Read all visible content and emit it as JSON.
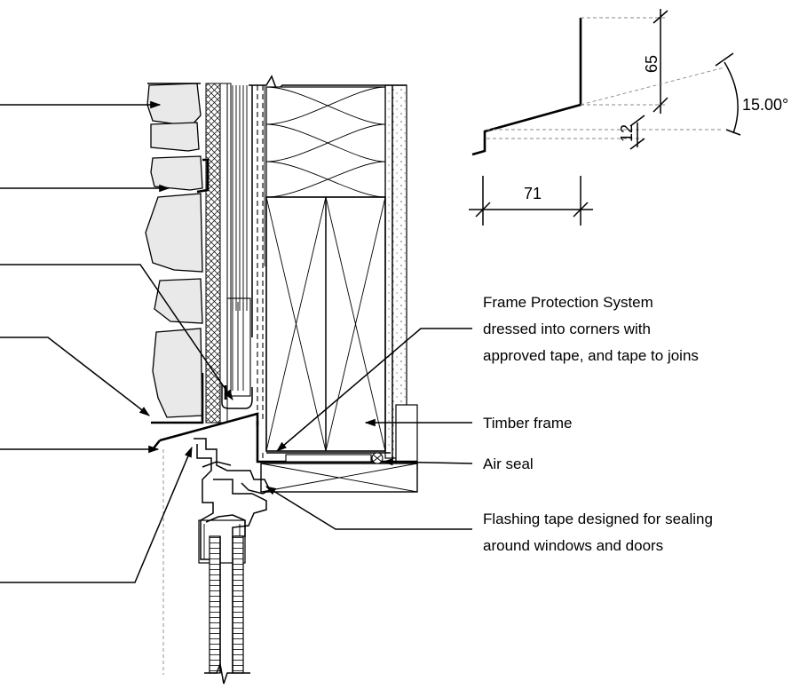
{
  "callouts": {
    "frame_protection_line1": "Frame Protection System",
    "frame_protection_line2": "dressed into corners with",
    "frame_protection_line3": "approved tape, and tape to joins",
    "timber_frame": "Timber frame",
    "air_seal": "Air seal",
    "flashing_tape_line1": "Flashing tape designed for sealing",
    "flashing_tape_line2": "around windows and doors"
  },
  "dimensions": {
    "height": "65",
    "angle": "15.00°",
    "offset": "12",
    "width": "71"
  }
}
